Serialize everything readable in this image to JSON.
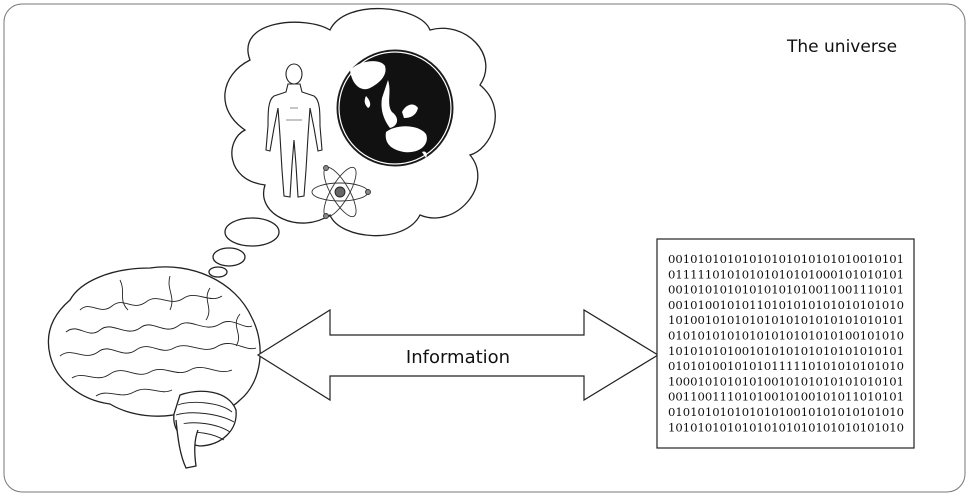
{
  "diagram": {
    "frame_label": "The universe",
    "arrow_label": "Information",
    "binary_lines": [
      "00101010101010101010101010010101",
      "01111101010101010101000101010101",
      "00101010101010101010011001110101",
      "00101001010110101010101010101010",
      "10100101010101010101010101010101",
      "01010101010101010101010100101010",
      "10101010100101010101010101010101",
      "01010100101010111110101010101010",
      "10001010101010010101010101010101",
      "00110011101010010100101011010101",
      "01010101010101010010101010101010",
      "10101010101010101010101010101010"
    ],
    "thought_contents": [
      "human-figure",
      "earth-globe",
      "atom"
    ]
  }
}
